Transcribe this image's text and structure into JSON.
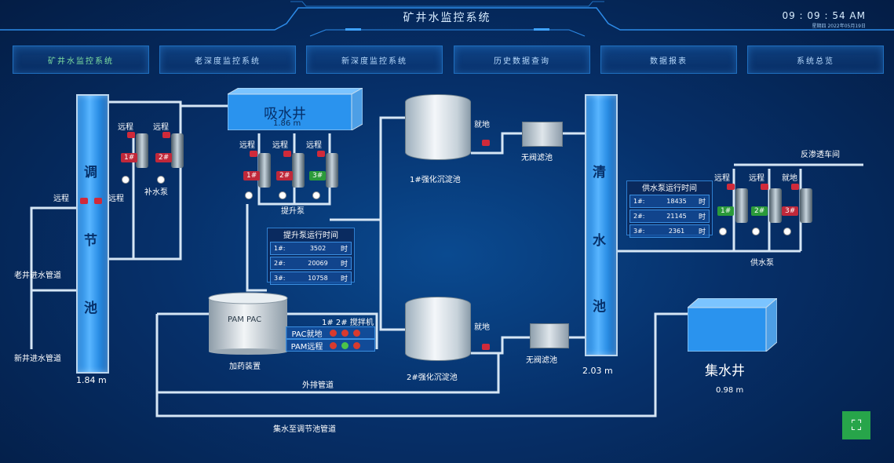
{
  "header": {
    "title": "矿井水监控系统",
    "time": "09 : 09 : 54 AM",
    "date": "星期四 2022年05月19日"
  },
  "nav": [
    {
      "label": "矿井水监控系统",
      "active": true
    },
    {
      "label": "老深度监控系统"
    },
    {
      "label": "新深度监控系统"
    },
    {
      "label": "历史数据查询"
    },
    {
      "label": "数据报表"
    },
    {
      "label": "系统总览"
    }
  ],
  "tanks": {
    "adjust": {
      "chars": [
        "调",
        "节",
        "池"
      ],
      "level": "1.84 m"
    },
    "suction": {
      "name": "吸水井",
      "level": "1.86 m"
    },
    "clear": {
      "chars": [
        "清",
        "水",
        "池"
      ],
      "level": "2.03 m"
    },
    "collect": {
      "name": "集水井",
      "level": "0.98 m"
    }
  },
  "labels": {
    "remote": "远程",
    "local": "就地",
    "make_up_pump": "补水泵",
    "lift_pump": "提升泵",
    "supply_pump": "供水泵",
    "old_inlet": "老井进水管道",
    "new_inlet": "新井进水管道",
    "clarifier1": "1#强化沉淀池",
    "clarifier2": "2#强化沉淀池",
    "filter": "无阀滤池",
    "ro": "反渗透车间",
    "dosing": "加药装置",
    "dosing_tank": "PAM PAC",
    "mixer": "1# 2# 搅拌机",
    "pac_local": "PAC就地",
    "pam_remote": "PAM远程",
    "drain": "外排管道",
    "collect_pipe": "集水至调节池管道"
  },
  "pumps": {
    "makeup": [
      "1#",
      "2#"
    ],
    "lift": [
      "1#",
      "2#",
      "3#"
    ],
    "supply": [
      "1#",
      "2#",
      "3#"
    ]
  },
  "lift_runtime": {
    "title": "提升泵运行时间",
    "rows": [
      {
        "k": "1#:",
        "v": "3502",
        "u": "时"
      },
      {
        "k": "2#:",
        "v": "20069",
        "u": "时"
      },
      {
        "k": "3#:",
        "v": "10758",
        "u": "时"
      }
    ]
  },
  "supply_runtime": {
    "title": "供水泵运行时间",
    "rows": [
      {
        "k": "1#:",
        "v": "18435",
        "u": "时"
      },
      {
        "k": "2#:",
        "v": "21145",
        "u": "时"
      },
      {
        "k": "3#:",
        "v": "2361",
        "u": "时"
      }
    ]
  },
  "colors": {
    "accent": "#58b5ff",
    "running": "#2b9a3a",
    "stopped": "#c0283a"
  }
}
